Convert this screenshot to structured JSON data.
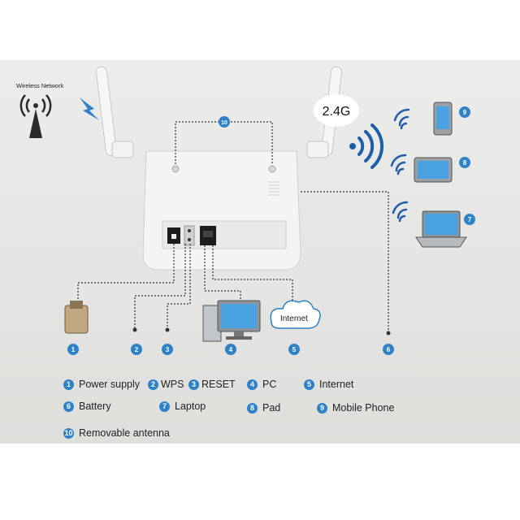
{
  "wireless_network_label": "Wireless Network",
  "band_label": "2.4G",
  "cloud_label": "Internet",
  "colors": {
    "accent": "#2f82c7",
    "line": "#333333",
    "background": "#e6e6e4"
  },
  "callouts": {
    "antenna": "10",
    "phone": "9",
    "pad": "8",
    "laptop": "7",
    "power": "1",
    "wps": "2",
    "reset": "3",
    "pc": "4",
    "internet": "5",
    "battery": "6"
  },
  "legend": [
    {
      "num": "1",
      "label": "Power supply"
    },
    {
      "num": "2",
      "label": "WPS"
    },
    {
      "num": "3",
      "label": "RESET"
    },
    {
      "num": "4",
      "label": "PC"
    },
    {
      "num": "5",
      "label": "Internet"
    },
    {
      "num": "6",
      "label": "Battery"
    },
    {
      "num": "7",
      "label": "Laptop"
    },
    {
      "num": "8",
      "label": "Pad"
    },
    {
      "num": "9",
      "label": "Mobile Phone"
    },
    {
      "num": "10",
      "label": "Removable antenna"
    }
  ]
}
